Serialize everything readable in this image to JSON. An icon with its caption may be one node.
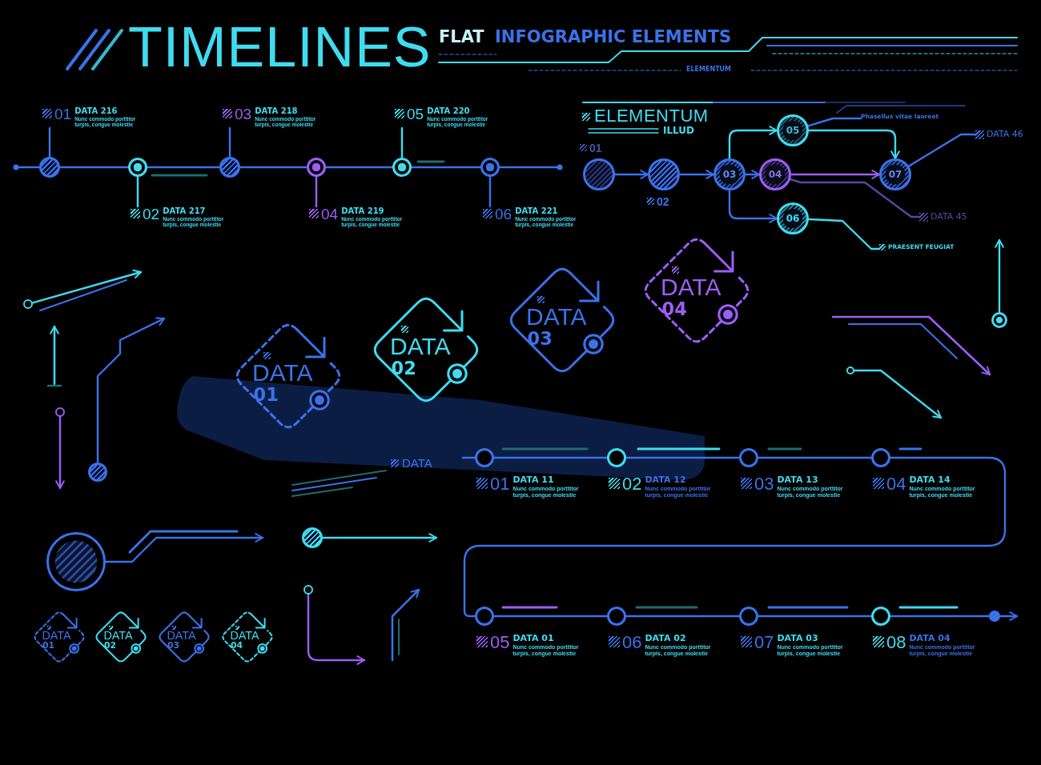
{
  "diagram": {
    "title": "TIMELINES",
    "nodes": [
      {
        "text": [
          "01",
          "DATA 216",
          "Nunc commodo porttitor turpis, congue molestie"
        ]
      },
      {
        "text": [
          "03",
          "DATA 218",
          "Nunc commodo porttitor turpis, congue molestie"
        ]
      },
      {
        "text": [
          "05",
          "DATA 220",
          "Nunc commodo porttitor turpis, congue molestie"
        ]
      },
      {
        "text": [],
        "shape": "circle"
      },
      {
        "text": [],
        "shape": "circle"
      },
      {
        "text": [],
        "shape": "circle"
      },
      {
        "text": [],
        "shape": "circle"
      },
      {
        "text": [],
        "shape": "circle"
      },
      {
        "text": [],
        "shape": "circle"
      },
      {
        "text": [
          "02",
          "DATA 217",
          "Nunc commodo porttitor turpis, congue molestie"
        ]
      },
      {
        "text": [
          "04",
          "DATA 219",
          "Nunc commodo porttitor turpis, congue molestie"
        ]
      },
      {
        "text": [
          "06",
          "DATA 221",
          "Nunc commodo porttitor turpis, congue molestie"
        ]
      },
      {
        "text": [],
        "shape": "circle",
        "beside": [
          "01"
        ]
      },
      {
        "text": [],
        "shape": "circle",
        "beside": [
          "02"
        ]
      },
      {
        "text": [
          "03"
        ]
      },
      {
        "text": [
          "04"
        ]
      },
      {
        "text": [
          "05"
        ]
      },
      {
        "text": [
          "06"
        ]
      },
      {
        "text": [
          "07"
        ]
      },
      {
        "text": [
          "Phasellus vitae laoreet"
        ]
      },
      {
        "text": [
          "DATA 46"
        ]
      },
      {
        "text": [
          "DATA 45"
        ]
      },
      {
        "text": [
          "PRAESENT FEUGIAT"
        ]
      },
      {
        "text": [],
        "shape": "circle"
      },
      {
        "text": [],
        "shape": "circle"
      },
      {
        "text": [],
        "shape": "circle"
      },
      {
        "text": [
          "DATA",
          "01"
        ]
      },
      {
        "text": [
          "DATA",
          "02"
        ]
      },
      {
        "text": [
          "DATA",
          "03"
        ]
      },
      {
        "text": [
          "DATA",
          "04"
        ]
      },
      {
        "text": [],
        "shape": "circle"
      },
      {
        "text": [],
        "shape": "circle"
      },
      {
        "text": [],
        "shape": "circle"
      },
      {
        "text": [],
        "shape": "circle"
      },
      {
        "text": [],
        "shape": "circle"
      },
      {
        "text": [
          "DATA",
          "01"
        ]
      },
      {
        "text": [
          "DATA",
          "02"
        ]
      },
      {
        "text": [
          "DATA",
          "03"
        ]
      },
      {
        "text": [
          "DATA",
          "04"
        ]
      },
      {
        "text": [],
        "shape": "circle",
        "beside": [
          "01",
          "DATA 11",
          "Nunc commodo porttitor turpis, congue molestie"
        ]
      },
      {
        "text": [],
        "shape": "circle",
        "beside": [
          "02",
          "DATA 12",
          "Nunc commodo porttitor turpis, congue molestie"
        ]
      },
      {
        "text": [],
        "shape": "circle",
        "beside": [
          "03",
          "DATA 13",
          "Nunc commodo porttitor turpis, congue molestie"
        ]
      },
      {
        "text": [],
        "shape": "circle",
        "beside": [
          "04",
          "DATA 14",
          "Nunc commodo porttitor turpis, congue molestie"
        ]
      },
      {
        "text": [],
        "shape": "circle",
        "beside": [
          "05",
          "DATA 01",
          "Nunc commodo porttitor turpis, congue molestie"
        ]
      },
      {
        "text": [],
        "shape": "circle",
        "beside": [
          "06",
          "DATA 02",
          "Nunc commodo porttitor turpis, congue molestie"
        ]
      },
      {
        "text": [],
        "shape": "circle",
        "beside": [
          "07",
          "DATA 03",
          "Nunc commodo porttitor turpis, congue molestie"
        ]
      },
      {
        "text": [],
        "shape": "circle",
        "beside": [
          "08",
          "DATA 04",
          "Nunc commodo porttitor turpis, congue molestie"
        ]
      },
      {
        "text": [],
        "shape": "circle"
      }
    ],
    "edges": [
      {
        "from": 3,
        "to": 4,
        "arrow": "none"
      },
      {
        "from": 4,
        "to": 5,
        "arrow": "none"
      },
      {
        "from": 5,
        "to": 6,
        "arrow": "none"
      },
      {
        "from": 6,
        "to": 7,
        "arrow": "none"
      },
      {
        "from": 7,
        "to": 8,
        "arrow": "none"
      },
      {
        "from": 3,
        "to": 0,
        "arrow": "none"
      },
      {
        "from": 4,
        "to": 9,
        "arrow": "none",
        "color": "#3fdcf0"
      },
      {
        "from": 5,
        "to": 1,
        "arrow": "none"
      },
      {
        "from": 6,
        "to": 10,
        "arrow": "none",
        "color": "#9d5ef5"
      },
      {
        "from": 7,
        "to": 2,
        "arrow": "none",
        "color": "#3fdcf0"
      },
      {
        "from": 8,
        "to": 11,
        "arrow": "none"
      },
      {
        "from": 12,
        "to": 13,
        "arrow": "to"
      },
      {
        "from": 13,
        "to": 14,
        "arrow": "to"
      },
      {
        "from": 14,
        "to": 16,
        "arrow": "to",
        "color": "#3fdcf0"
      },
      {
        "from": 14,
        "to": 15,
        "arrow": "to"
      },
      {
        "from": 14,
        "to": 17,
        "arrow": "to"
      },
      {
        "from": 16,
        "to": 18,
        "arrow": "to",
        "color": "#3fdcf0"
      },
      {
        "from": 15,
        "to": 18,
        "arrow": "to",
        "color": "#9d5ef5"
      },
      {
        "from": 19,
        "to": 16,
        "arrow": "none"
      },
      {
        "from": 20,
        "to": 18,
        "arrow": "none"
      },
      {
        "from": 21,
        "to": 15,
        "arrow": "none",
        "color": "#5a479c"
      },
      {
        "from": 22,
        "to": 17,
        "arrow": "none",
        "color": "#3fdcf0"
      },
      {
        "from": 23,
        "to": null,
        "arrow": "to",
        "color": "#3fdcf0"
      },
      {
        "from": 24,
        "to": null,
        "arrow": "to",
        "color": "#9d5ef5"
      },
      {
        "from": 25,
        "to": null,
        "arrow": "to"
      },
      {
        "from": 30,
        "to": null,
        "arrow": "to",
        "color": "#3fdcf0"
      },
      {
        "from": 31,
        "to": null,
        "arrow": "to",
        "color": "#3fdcf0"
      },
      {
        "from": 32,
        "to": null,
        "arrow": "to"
      },
      {
        "from": 33,
        "to": null,
        "arrow": "to",
        "color": "#3fdcf0"
      },
      {
        "from": 34,
        "to": null,
        "arrow": "to",
        "color": "#9d5ef5"
      },
      {
        "from": 39,
        "to": 40,
        "arrow": "none"
      },
      {
        "from": 40,
        "to": 41,
        "arrow": "none"
      },
      {
        "from": 41,
        "to": 42,
        "arrow": "none"
      },
      {
        "from": 42,
        "to": 43,
        "arrow": "none"
      },
      {
        "from": 43,
        "to": 44,
        "arrow": "none"
      },
      {
        "from": 44,
        "to": 45,
        "arrow": "none"
      },
      {
        "from": 45,
        "to": 46,
        "arrow": "none"
      },
      {
        "from": 46,
        "to": 47,
        "arrow": "none"
      },
      {
        "from": 47,
        "to": null,
        "arrow": "to"
      }
    ],
    "labels": [
      "FLAT",
      "INFOGRAPHIC ELEMENTS",
      "ELEMENTUM",
      "ELEMENTUM",
      "ILLUD",
      "DATA"
    ]
  }
}
